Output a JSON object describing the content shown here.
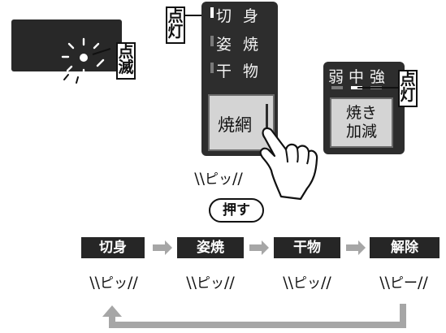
{
  "labels": {
    "blink": "点滅",
    "lit_left": "点灯",
    "lit_right": "点灯"
  },
  "main_panel": {
    "modes": [
      "切 身",
      "姿 焼",
      "干 物"
    ],
    "button": "焼網"
  },
  "right_panel": {
    "levels": [
      "弱",
      "中",
      "強"
    ],
    "button_line1": "焼き",
    "button_line2": "加減"
  },
  "beep_short": "ピッ",
  "push": "押す",
  "sequence": [
    {
      "label": "切身",
      "sound": "ピッ"
    },
    {
      "label": "姿焼",
      "sound": "ピッ"
    },
    {
      "label": "干物",
      "sound": "ピッ"
    },
    {
      "label": "解除",
      "sound": "ピー"
    }
  ],
  "colors": {
    "panel": "#2d2d2d",
    "button_face": "#d4d4d4",
    "sequence_box": "#262626",
    "arrow": "#a6a6a6"
  }
}
